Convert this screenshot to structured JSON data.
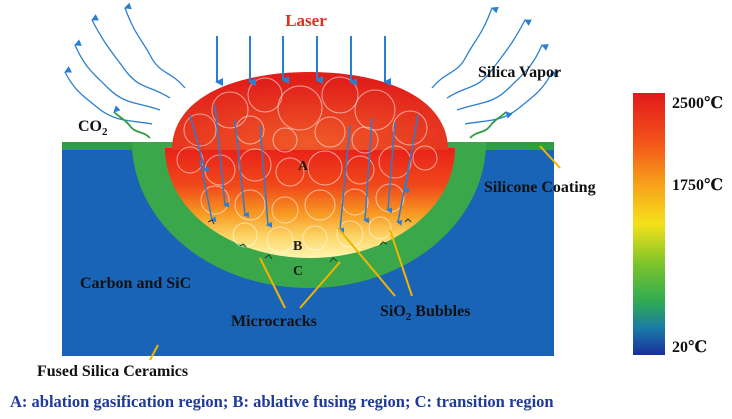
{
  "labels": {
    "laser": "Laser",
    "silica_vapor": "Silica Vapor",
    "co2_main": "CO",
    "co2_sub": "2",
    "silicone_coating": "Silicone Coating",
    "carbon_sic": "Carbon and SiC",
    "microcracks": "Microcracks",
    "sio2_main": "SiO",
    "sio2_sub": "2",
    "sio2_rest": " Bubbles",
    "fused_silica": "Fused Silica Ceramics",
    "region_a": "A",
    "region_b": "B",
    "region_c": "C"
  },
  "caption": "A: ablation gasification region; B: ablative fusing region; C: transition region",
  "colorbar": {
    "max_label": "2500℃",
    "mid_label": "1750℃",
    "min_label": "20℃"
  },
  "colors": {
    "ceramic": "#1a64b8",
    "coating": "#2e9e44",
    "transition": "#3aa84a",
    "hot": "#e8201a",
    "warm": "#f7a11a",
    "fused": "#fff6a8",
    "laser_text": "#e82a1e",
    "arrow": "#2a7fd0",
    "leader": "#f0b400",
    "caption": "#1e3a9a",
    "wave": "#2a7fd0"
  }
}
